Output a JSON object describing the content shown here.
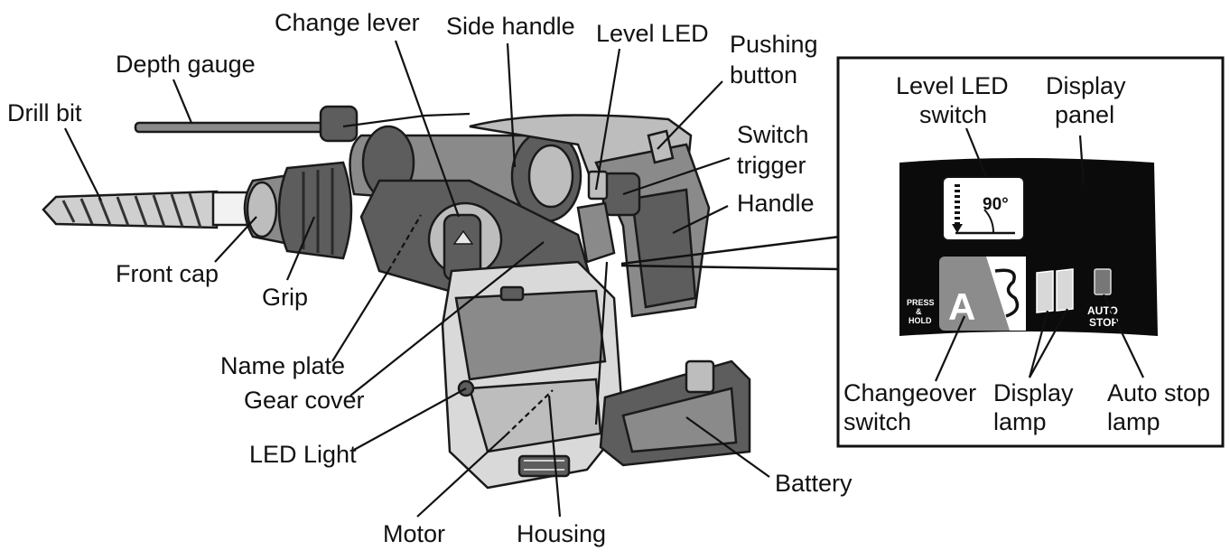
{
  "labels": {
    "drill_bit": "Drill bit",
    "depth_gauge": "Depth gauge",
    "change_lever": "Change lever",
    "side_handle": "Side handle",
    "level_led": "Level LED",
    "pushing_button_line1": "Pushing",
    "pushing_button_line2": "button",
    "switch_trigger_line1": "Switch",
    "switch_trigger_line2": "trigger",
    "handle": "Handle",
    "front_cap": "Front cap",
    "grip": "Grip",
    "name_plate": "Name plate",
    "gear_cover": "Gear cover",
    "led_light": "LED Light",
    "motor": "Motor",
    "housing": "Housing",
    "battery": "Battery"
  },
  "inset": {
    "level_led_switch_line1": "Level LED",
    "level_led_switch_line2": "switch",
    "display_panel_line1": "Display",
    "display_panel_line2": "panel",
    "changeover_switch_line1": "Changeover",
    "changeover_switch_line2": "switch",
    "display_lamp_line1": "Display",
    "display_lamp_line2": "lamp",
    "auto_stop_lamp_line1": "Auto stop",
    "auto_stop_lamp_line2": "lamp"
  },
  "panel": {
    "angle_text": "90°",
    "press_text_1": "PRESS",
    "press_text_2": "&",
    "press_text_3": "HOLD",
    "mode_letter": "A",
    "auto_text_1": "AUTO",
    "auto_text_2": "STOP"
  }
}
